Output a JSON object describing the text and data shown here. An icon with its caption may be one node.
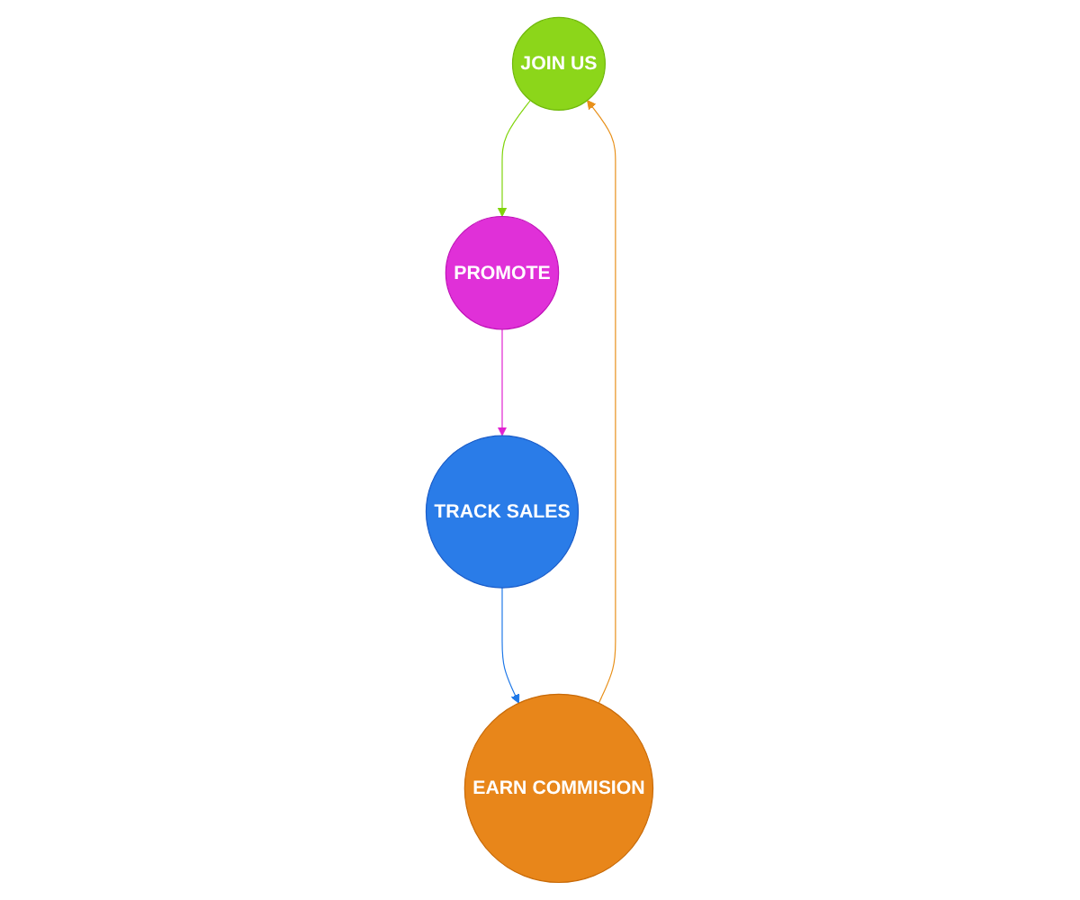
{
  "diagram": {
    "nodes": [
      {
        "text": [
          "JOIN US"
        ]
      },
      {
        "text": [
          "PROMOTE"
        ]
      },
      {
        "text": [
          "TRACK SALES"
        ]
      },
      {
        "text": [
          "EARN COMMISION"
        ]
      }
    ],
    "edges": [
      {
        "from": 0,
        "to": 1,
        "arrow": "to",
        "color": "#7fd40a"
      },
      {
        "from": 1,
        "to": 2,
        "arrow": "to",
        "color": "#e020d0"
      },
      {
        "from": 2,
        "to": 3,
        "arrow": "to",
        "color": "#1e78e8"
      },
      {
        "from": 3,
        "to": 0,
        "arrow": "to",
        "color": "#e8901a"
      }
    ]
  }
}
